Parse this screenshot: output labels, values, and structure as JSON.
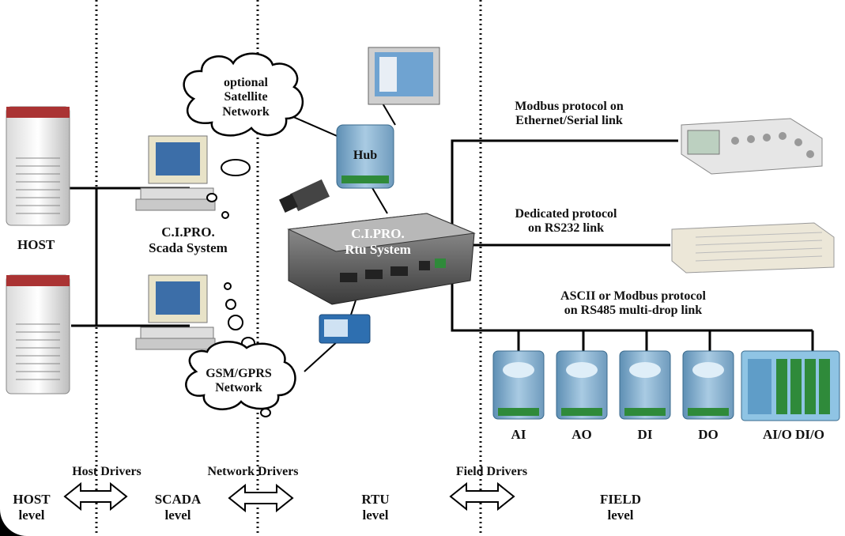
{
  "labels": {
    "host": "HOST",
    "scada_system": [
      "C.I.PRO.",
      "Scada System"
    ],
    "rtu_system": [
      "C.I.PRO.",
      "Rtu System"
    ],
    "hub": "Hub",
    "satellite_cloud": [
      "optional",
      "Satellite",
      "Network"
    ],
    "gsm_cloud": [
      "GSM/GPRS",
      "Network"
    ],
    "modbus_link": [
      "Modbus protocol on",
      "Ethernet/Serial link"
    ],
    "dedicated_link": [
      "Dedicated protocol",
      "on RS232 link"
    ],
    "rs485_link": [
      "ASCII or Modbus protocol",
      "on RS485 multi-drop link"
    ],
    "io_modules": [
      "AI",
      "AO",
      "DI",
      "DO",
      "AI/O DI/O"
    ]
  },
  "drivers": {
    "host": "Host Drivers",
    "network": "Network Drivers",
    "field": "Field Drivers"
  },
  "levels": [
    [
      "HOST",
      "level"
    ],
    [
      "SCADA",
      "level"
    ],
    [
      "RTU",
      "level"
    ],
    [
      "FIELD",
      "level"
    ]
  ],
  "colors": {
    "background": "#ffffff",
    "frame": "#000000",
    "module_blue": "#8fb8d4",
    "monitor_beige": "#e8e3c8"
  }
}
